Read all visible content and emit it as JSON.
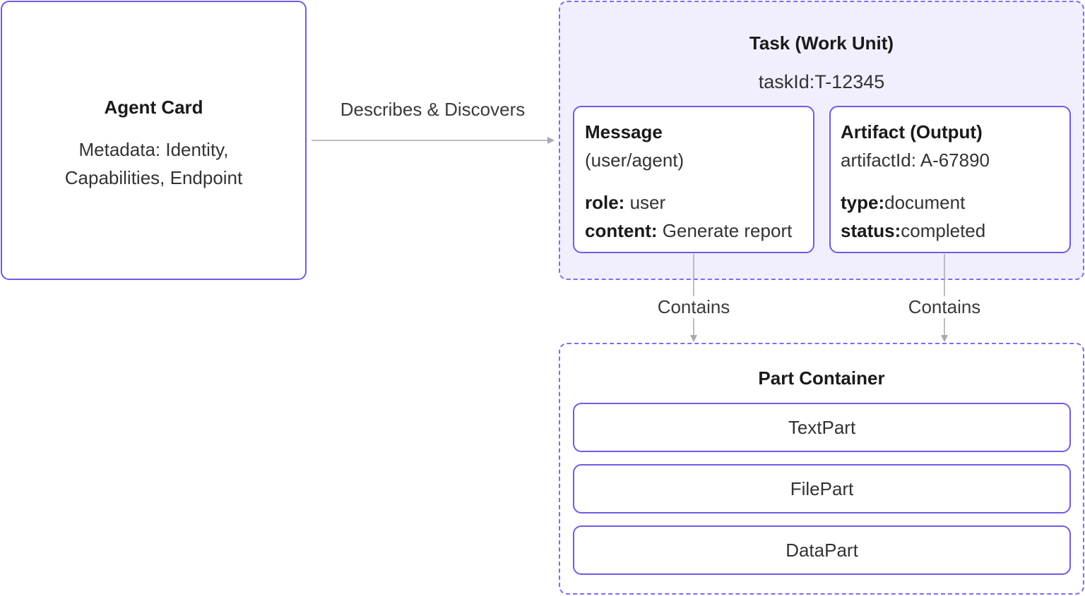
{
  "agent_card": {
    "title": "Agent Card",
    "line1": "Metadata: Identity,",
    "line2": "Capabilities, Endpoint"
  },
  "edges": {
    "describes": "Describes & Discovers",
    "contains_message": "Contains",
    "contains_artifact": "Contains"
  },
  "task": {
    "title": "Task (Work Unit)",
    "id_text": "taskId:T-12345"
  },
  "message": {
    "title": "Message",
    "subtitle": "(user/agent)",
    "role_key": "role:",
    "role_value": " user",
    "content_key": "content:",
    "content_value": " Generate report"
  },
  "artifact": {
    "title": "Artifact (Output)",
    "subtitle": "artifactId: A-67890",
    "type_key": "type:",
    "type_value": "document",
    "status_key": "status:",
    "status_value": "completed"
  },
  "part_container": {
    "title": "Part Container",
    "parts": [
      "TextPart",
      "FilePart",
      "DataPart"
    ]
  },
  "colors": {
    "border": "#6c5ce7",
    "task_fill": "#f1effd",
    "arrow": "#a8a8b0"
  }
}
